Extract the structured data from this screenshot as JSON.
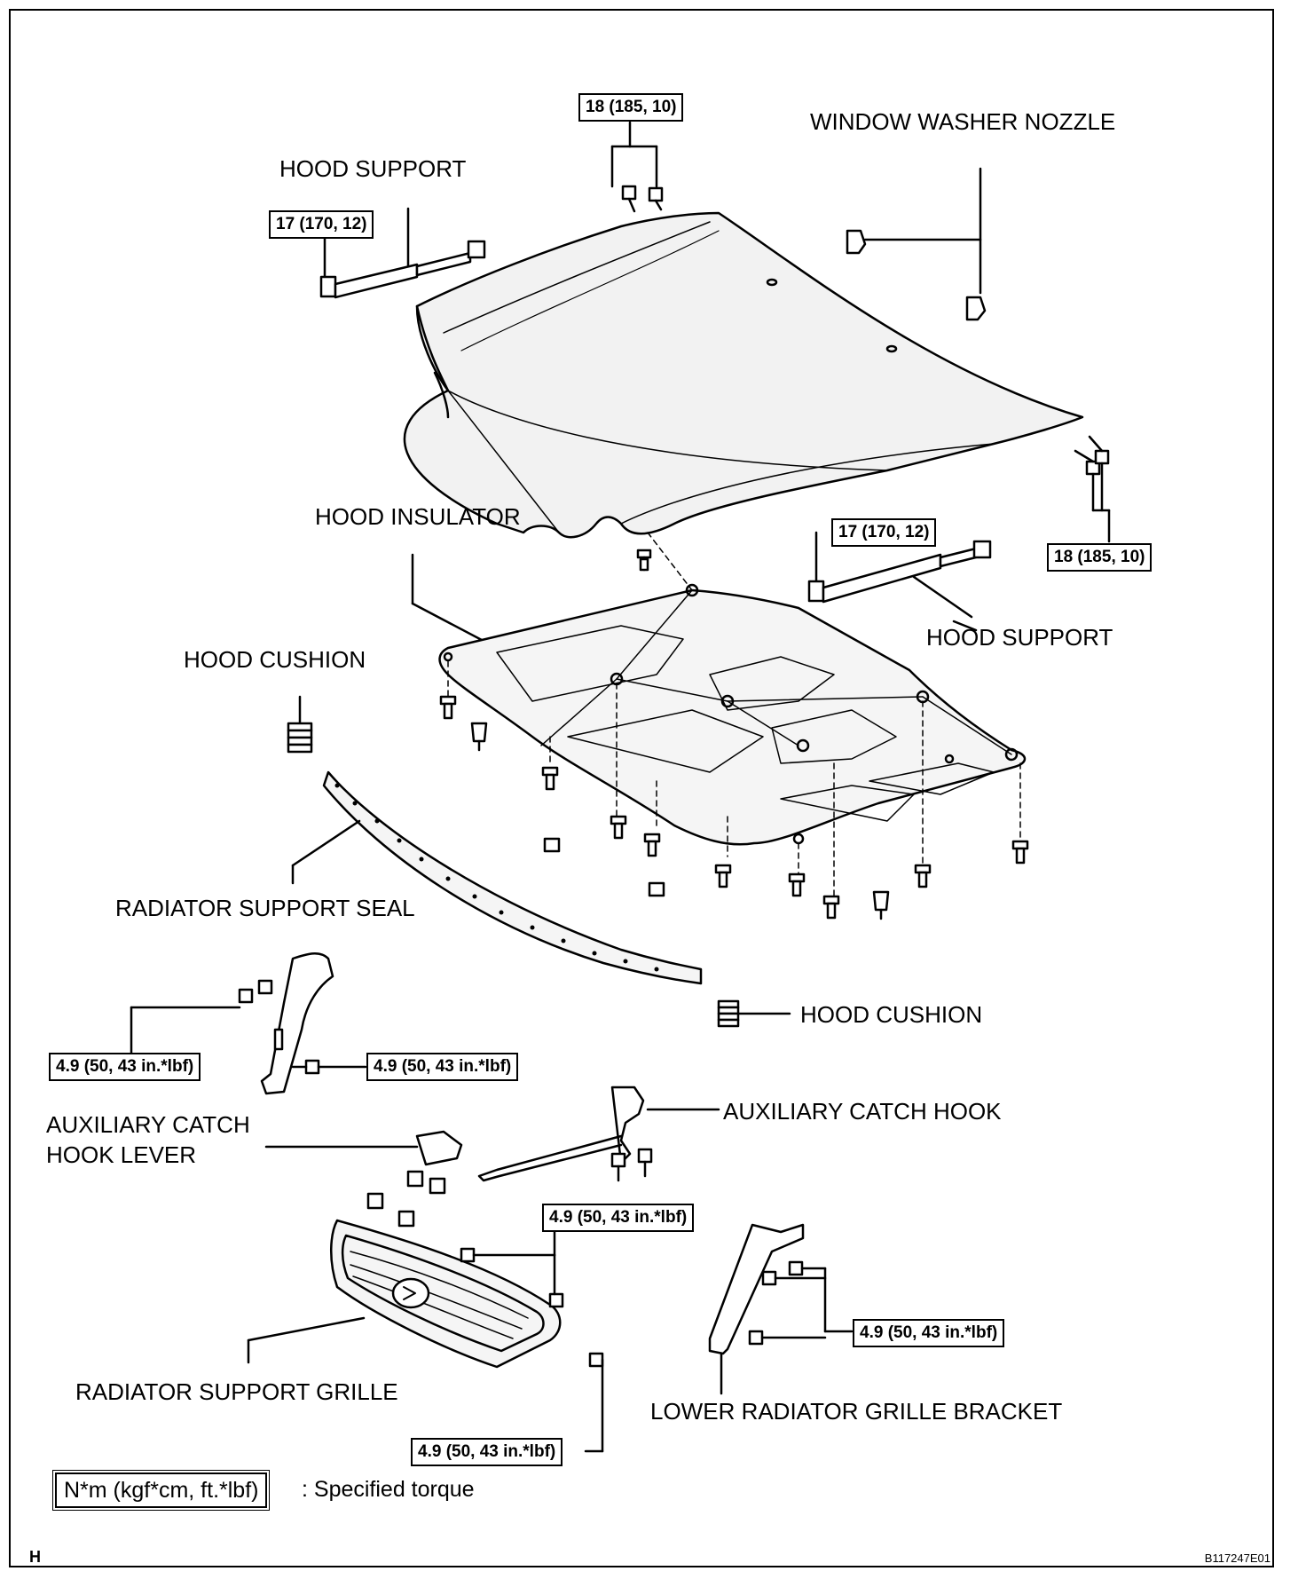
{
  "labels": {
    "window_washer_nozzle": "WINDOW WASHER NOZZLE",
    "hood_support_top": "HOOD SUPPORT",
    "hood_insulator": "HOOD INSULATOR",
    "hood_support_right": "HOOD SUPPORT",
    "hood_cushion_left": "HOOD CUSHION",
    "radiator_support_seal": "RADIATOR SUPPORT SEAL",
    "hood_cushion_right": "HOOD CUSHION",
    "auxiliary_catch_hook_lever_1": "AUXILIARY CATCH",
    "auxiliary_catch_hook_lever_2": "HOOK LEVER",
    "auxiliary_catch_hook": "AUXILIARY CATCH HOOK",
    "radiator_support_grille": "RADIATOR SUPPORT GRILLE",
    "lower_radiator_grille_bracket": "LOWER RADIATOR GRILLE BRACKET"
  },
  "torques": {
    "hood_hinge_top": "18 (185, 10)",
    "hood_support_top": "17 (170, 12)",
    "hood_support_right": "17 (170, 12)",
    "hood_hinge_right": "18 (185, 10)",
    "lock_bracket_left": "4.9 (50, 43 in.*lbf)",
    "lock_bracket_bolt": "4.9 (50, 43 in.*lbf)",
    "grille_nut": "4.9 (50, 43 in.*lbf)",
    "lower_bracket": "4.9 (50, 43 in.*lbf)",
    "grille_bolt": "4.9 (50, 43 in.*lbf)"
  },
  "legend": {
    "box": "N*m (kgf*cm, ft.*lbf)",
    "text": ": Specified torque"
  },
  "corner_left": "H",
  "figure_id": "B117247E01"
}
